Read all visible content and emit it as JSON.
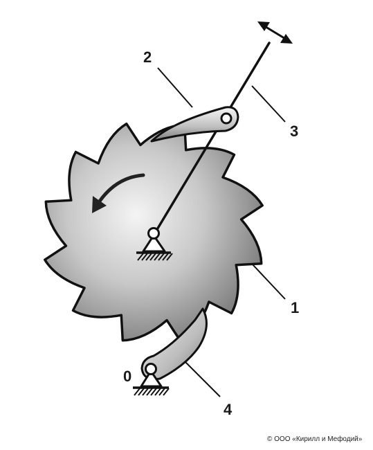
{
  "labels": {
    "wheel": "1",
    "pawl_upper": "2",
    "lever": "3",
    "pawl_lower": "4",
    "fixed_pivot": "0"
  },
  "copyright": "© ООО «Кирилл и Мефодий»",
  "colors": {
    "outline": "#111111",
    "metal_light": "#f2f2f2",
    "metal_mid": "#c4c4c4",
    "metal_dark": "#6e6e6e",
    "background": "#ffffff"
  },
  "wheel": {
    "teeth": 12,
    "rotation": "counter-clockwise"
  },
  "icons": [
    "double-arrow-icon",
    "rotation-arrow-icon",
    "fixed-support-icon"
  ]
}
